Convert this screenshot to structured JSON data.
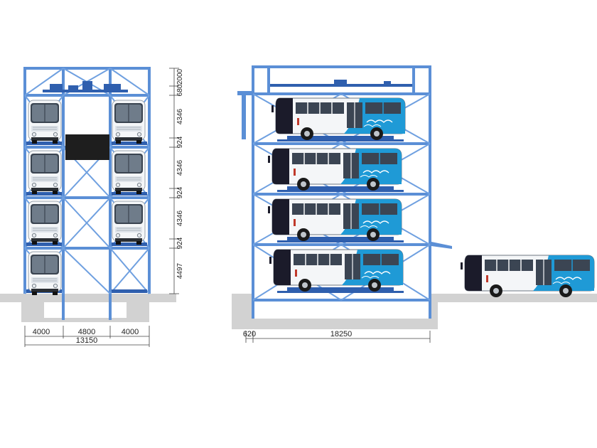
{
  "colors": {
    "steel": "#5b8fd6",
    "steel_dark": "#2f5fae",
    "ground": "#d2d2d2",
    "bus_blue": "#1f9ad6",
    "bus_white": "#f4f6f8",
    "bus_dark": "#1b1b2a",
    "dim_line": "#444444"
  },
  "front_view": {
    "bays": 4,
    "bottom_dims": [
      "4000",
      "4800",
      "4000"
    ],
    "total_dim": "13150",
    "level_dims": [
      "2000",
      "680",
      "4346",
      "924",
      "4346",
      "924",
      "4346",
      "924",
      "4497"
    ]
  },
  "side_view": {
    "levels": 4,
    "bottom_dims": [
      "620",
      "18250"
    ]
  }
}
